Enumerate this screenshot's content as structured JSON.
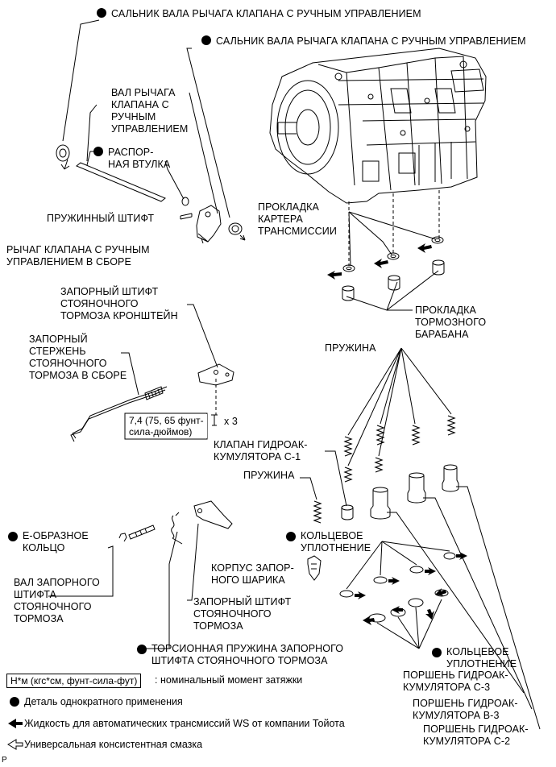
{
  "labels": {
    "seal_left": "САЛЬНИК ВАЛА РЫЧАГА КЛАПАНА С РУЧНЫМ УПРАВЛЕНИЕМ",
    "seal_right": "САЛЬНИК ВАЛА РЫЧАГА КЛАПАНА С РУЧНЫМ УПРАВЛЕНИЕМ",
    "lever_shaft": "ВАЛ РЫЧАГА\nКЛАПАНА С\nРУЧНЫМ\nУПРАВЛЕНИЕМ",
    "spacer": "РАСПОР-\nНАЯ ВТУЛКА",
    "spring_pin": "ПРУЖИННЫЙ ШТИФТ",
    "lever_assy": "РЫЧАГ КЛАПАНА С РУЧНЫМ\nУПРАВЛЕНИЕМ В СБОРЕ",
    "case_gasket": "ПРОКЛАДКА\nКАРТЕРА\nТРАНСМИССИИ",
    "brake_drum_gasket": "ПРОКЛАДКА\nТОРМОЗНОГО\nБАРАБАНА",
    "pawl_bracket": "ЗАПОРНЫЙ ШТИФТ\nСТОЯНОЧНОГО\nТОРМОЗА КРОНШТЕЙН",
    "lock_rod": "ЗАПОРНЫЙ\nСТЕРЖЕНЬ\nСТОЯНОЧНОГО\nТОРМОЗА В СБОРЕ",
    "spring_top": "ПРУЖИНА",
    "torque_value": "7,4 (75, 65 фунт-\nсила-дюймов)",
    "bolt_count": "x 3",
    "accum_c1": "КЛАПАН ГИДРОАК-\nКУМУЛЯТОРА C-1",
    "spring_mid": "ПРУЖИНА",
    "e_ring": "E-ОБРАЗНОЕ\nКОЛЬЦО",
    "oring_top": "КОЛЬЦЕВОЕ\nУПЛОТНЕНИЕ",
    "ball_body": "КОРПУС ЗАПОР-\nНОГО ШАРИКА",
    "pawl_shaft": "ВАЛ ЗАПОРНОГО\nШТИФТА\nСТОЯНОЧНОГО\nТОРМОЗА",
    "pawl": "ЗАПОРНЫЙ ШТИФТ\nСТОЯНОЧНОГО\nТОРМОЗА",
    "torsion_spring": "ТОРСИОННАЯ ПРУЖИНА ЗАПОРНОГО\nШТИФТА СТОЯНОЧНОГО ТОРМОЗА",
    "oring_bottom": "КОЛЬЦЕВОЕ\nУПЛОТНЕНИЕ",
    "piston_c3": "ПОРШЕНЬ ГИДРОАК-\nКУМУЛЯТОРА C-3",
    "piston_b3": "ПОРШЕНЬ ГИДРОАК-\nКУМУЛЯТОРА B-3",
    "piston_c2": "ПОРШЕНЬ ГИДРОАК-\nКУМУЛЯТОРА C-2"
  },
  "legend": {
    "torque_box": "Н*м (кгс*см, фунт-сила-фут)",
    "torque_text": ": номинальный момент затяжки",
    "non_reusable": "Деталь однократного применения",
    "atf": "Жидкость для автоматических трансмиссий WS от компании Тойота",
    "grease": "Универсальная консистентная смазка"
  },
  "footer": "P"
}
